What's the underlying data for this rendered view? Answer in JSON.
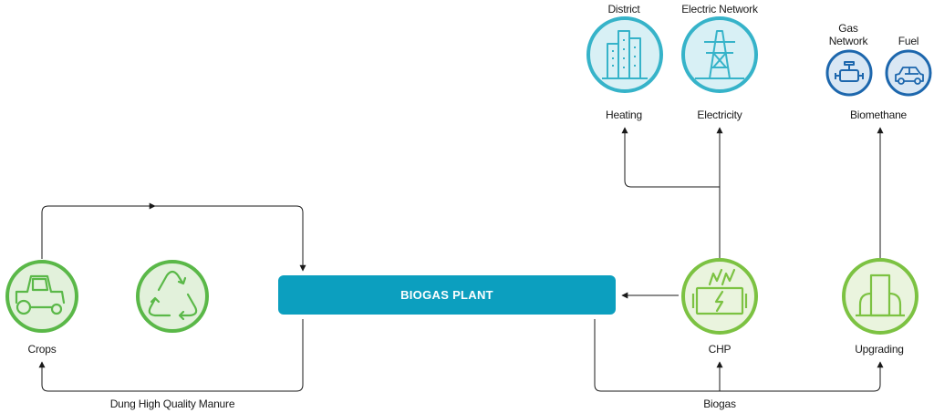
{
  "biogas_plant": {
    "label": "BIOGAS PLANT"
  },
  "nodes": {
    "crops": {
      "label": "Crops",
      "color": "#5ab848"
    },
    "recycle": {
      "label": "",
      "color": "#5ab848"
    },
    "chp": {
      "label": "CHP",
      "color": "#7cc242"
    },
    "upgrading": {
      "label": "Upgrading",
      "color": "#7cc242"
    },
    "heating": {
      "label": "Heating",
      "top_label": "District",
      "color": "#36b3c9"
    },
    "electricity": {
      "label": "Electricity",
      "top_label": "Electric Network",
      "color": "#36b3c9"
    },
    "gas_network": {
      "label": "Network",
      "top_label": "Gas",
      "color": "#1d67ad"
    },
    "fuel": {
      "label": "Fuel",
      "color": "#1d67ad"
    }
  },
  "flow_labels": {
    "manure": "Dung High Quality Manure",
    "biogas": "Biogas",
    "biomethane": "Biomethane"
  },
  "icons": {
    "crops": "tractor-icon",
    "recycle": "recycle-icon",
    "chp": "generator-icon",
    "upgrading": "upgrading-plant-icon",
    "heating": "city-buildings-icon",
    "electricity": "power-pylon-icon",
    "gas_network": "gas-valve-icon",
    "fuel": "car-icon"
  }
}
